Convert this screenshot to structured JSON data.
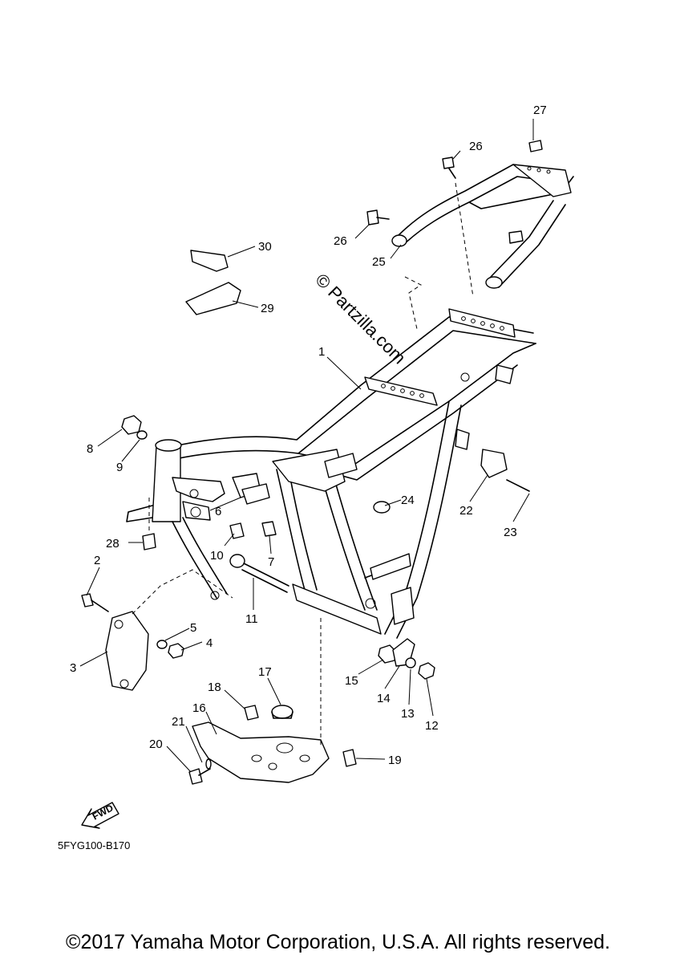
{
  "diagram": {
    "watermark": "© Partzilla.com",
    "part_code": "5FYG100-B170",
    "fwd_label": "FWD",
    "callouts": [
      {
        "id": "c1",
        "label": "1"
      },
      {
        "id": "c2",
        "label": "2"
      },
      {
        "id": "c3",
        "label": "3"
      },
      {
        "id": "c4",
        "label": "4"
      },
      {
        "id": "c5",
        "label": "5"
      },
      {
        "id": "c6",
        "label": "6"
      },
      {
        "id": "c7",
        "label": "7"
      },
      {
        "id": "c8",
        "label": "8"
      },
      {
        "id": "c9",
        "label": "9"
      },
      {
        "id": "c10",
        "label": "10"
      },
      {
        "id": "c11",
        "label": "11"
      },
      {
        "id": "c12",
        "label": "12"
      },
      {
        "id": "c13",
        "label": "13"
      },
      {
        "id": "c14",
        "label": "14"
      },
      {
        "id": "c15",
        "label": "15"
      },
      {
        "id": "c16",
        "label": "16"
      },
      {
        "id": "c17",
        "label": "17"
      },
      {
        "id": "c18",
        "label": "18"
      },
      {
        "id": "c19",
        "label": "19"
      },
      {
        "id": "c20",
        "label": "20"
      },
      {
        "id": "c21",
        "label": "21"
      },
      {
        "id": "c22",
        "label": "22"
      },
      {
        "id": "c23",
        "label": "23"
      },
      {
        "id": "c24",
        "label": "24"
      },
      {
        "id": "c25",
        "label": "25"
      },
      {
        "id": "c26a",
        "label": "26"
      },
      {
        "id": "c26b",
        "label": "26"
      },
      {
        "id": "c27",
        "label": "27"
      },
      {
        "id": "c28",
        "label": "28"
      },
      {
        "id": "c29",
        "label": "29"
      },
      {
        "id": "c30",
        "label": "30"
      }
    ]
  },
  "footer": {
    "copyright": "©2017 Yamaha Motor Corporation, U.S.A. All rights reserved."
  }
}
